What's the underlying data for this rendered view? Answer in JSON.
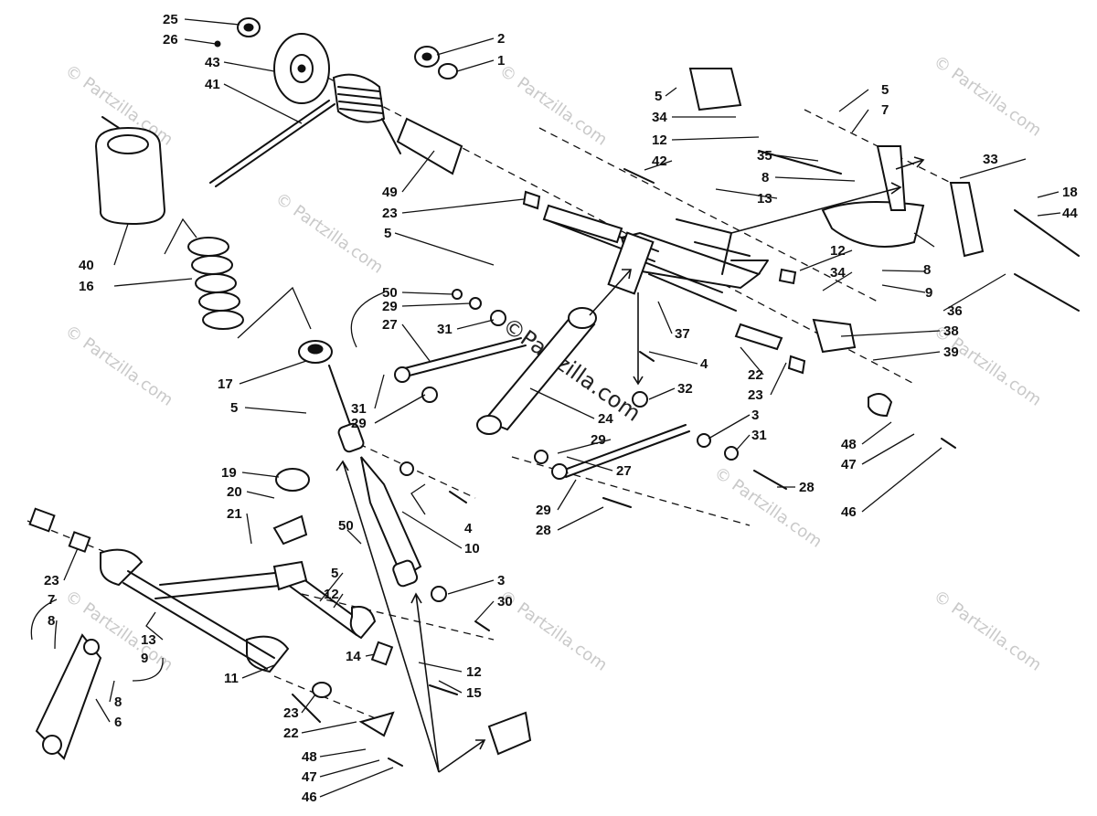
{
  "diagram": {
    "labels": [
      "25",
      "26",
      "43",
      "41",
      "2",
      "1",
      "5",
      "34",
      "12",
      "42",
      "35",
      "8",
      "13",
      "5",
      "7",
      "33",
      "18",
      "44",
      "49",
      "23",
      "5",
      "12",
      "34",
      "8",
      "9",
      "36",
      "40",
      "16",
      "50",
      "29",
      "31",
      "27",
      "37",
      "4",
      "38",
      "39",
      "22",
      "23",
      "32",
      "17",
      "5",
      "24",
      "31",
      "29",
      "3",
      "31",
      "29",
      "48",
      "47",
      "46",
      "19",
      "20",
      "21",
      "27",
      "28",
      "29",
      "28",
      "4",
      "10",
      "50",
      "5",
      "12",
      "23",
      "7",
      "8",
      "13",
      "9",
      "14",
      "12",
      "15",
      "3",
      "30",
      "11",
      "8",
      "6",
      "23",
      "22",
      "48",
      "47",
      "46"
    ],
    "watermarks": [
      "© Partzilla.com",
      "© Partzilla.com",
      "© Partzilla.com",
      "© Partzilla.com",
      "© Partzilla.com",
      "© Partzilla.com",
      "© Partzilla.com",
      "© Partzilla.com",
      "© Partzilla.com",
      "© Partzilla.com"
    ],
    "center_watermark": "©Partzilla.com"
  }
}
